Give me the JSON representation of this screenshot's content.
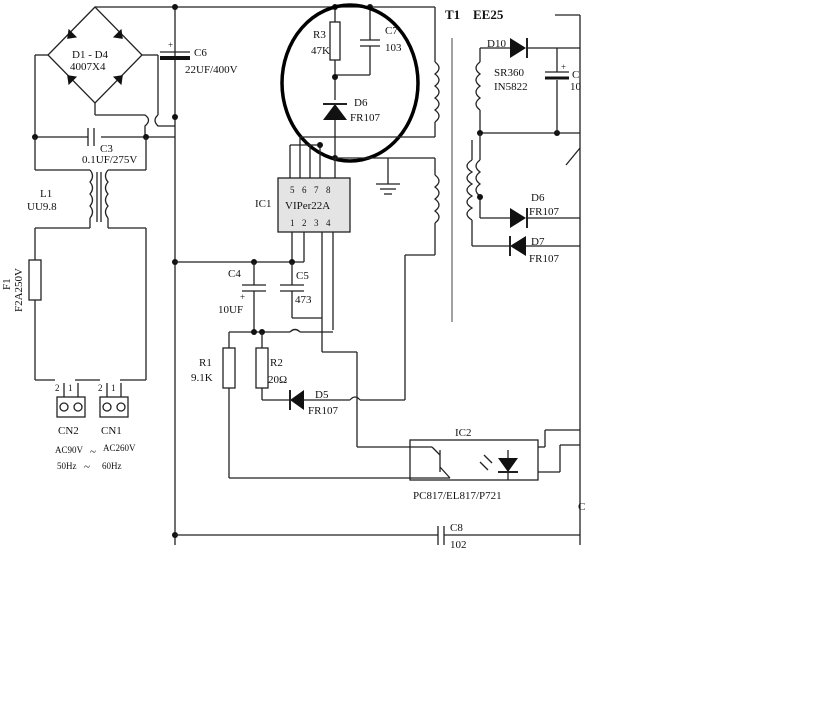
{
  "transformer": {
    "ref": "T1",
    "type": "EE25"
  },
  "bridge": {
    "ref": "D1 - D4",
    "value": "4007X4"
  },
  "c6": {
    "ref": "C6",
    "value": "22UF/400V",
    "plus": "+"
  },
  "c3": {
    "ref": "C3",
    "value": "0.1UF/275V"
  },
  "l1": {
    "ref": "L1",
    "value": "UU9.8"
  },
  "fuse": {
    "ref": "F1",
    "value": "F2A250V"
  },
  "r3": {
    "ref": "R3",
    "value": "47K"
  },
  "c7": {
    "ref": "C7",
    "value": "103"
  },
  "d6_top": {
    "ref": "D6",
    "value": "FR107"
  },
  "ic1": {
    "ref": "IC1",
    "part": "VIPer22A",
    "pins_top": [
      "5",
      "6",
      "7",
      "8"
    ],
    "pins_bottom": [
      "1",
      "2",
      "3",
      "4"
    ]
  },
  "c4": {
    "ref": "C4",
    "value": "10UF",
    "plus": "+"
  },
  "c5": {
    "ref": "C5",
    "value": "473"
  },
  "r1": {
    "ref": "R1",
    "value": "9.1K"
  },
  "r2": {
    "ref": "R2",
    "value": "20Ω"
  },
  "d5": {
    "ref": "D5",
    "value": "FR107"
  },
  "d10": {
    "ref": "D10",
    "value": "SR360",
    "alt": "IN5822"
  },
  "c_out": {
    "ref": "C",
    "value": "10",
    "plus": "+"
  },
  "d6_right": {
    "ref": "D6",
    "value": "FR107"
  },
  "d7": {
    "ref": "D7",
    "value": "FR107"
  },
  "ic2": {
    "ref": "IC2",
    "part": "PC817/EL817/P721"
  },
  "c8": {
    "ref": "C8",
    "value": "102"
  },
  "cn2": {
    "ref": "CN2",
    "pins": [
      "2",
      "1"
    ],
    "rating": "AC90V",
    "freq": "50Hz"
  },
  "cn1": {
    "ref": "CN1",
    "pins": [
      "2",
      "1"
    ],
    "rating": "AC260V",
    "freq": "60Hz"
  },
  "tilde": "~",
  "cut_label": "C"
}
